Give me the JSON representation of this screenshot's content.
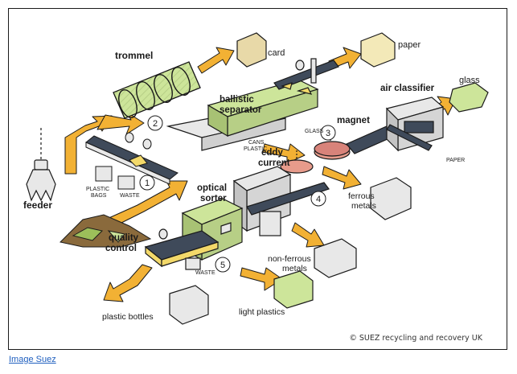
{
  "colors": {
    "arrow": "#f2b134",
    "machine_green": "#cde59a",
    "machine_grey": "#e8e8e8",
    "belt_dark": "#3f4a5a",
    "outline": "#1a1a1a",
    "caption_link": "#1f5fbf"
  },
  "labels": {
    "feeder": "feeder",
    "trommel": "trommel",
    "card": "card",
    "paper": "paper",
    "glass": "glass",
    "ballistic_line1": "ballistic",
    "ballistic_line2": "separator",
    "air_classifier": "air classifier",
    "magnet": "magnet",
    "glass_small": "GLASS",
    "cans_line1": "CANS,",
    "cans_line2": "PLASTIC",
    "plastic_bags_line1": "PLASTIC",
    "plastic_bags_line2": "BAGS",
    "waste": "WASTE",
    "waste_2": "WASTE",
    "paper_small": "PAPER",
    "eddy_line1": "eddy",
    "eddy_line2": "current",
    "optical_line1": "optical",
    "optical_line2": "sorter",
    "ferrous_line1": "ferrous",
    "ferrous_line2": "metals",
    "non_ferrous_line1": "non-ferrous",
    "non_ferrous_line2": "metals",
    "quality_line1": "quality",
    "quality_line2": "control",
    "light_plastics": "light plastics",
    "plastic_bottles": "plastic bottles",
    "step1": "1",
    "step2": "2",
    "step3": "3",
    "step4": "4",
    "step5": "5"
  },
  "credit": "© SUEZ recycling and recovery UK",
  "caption": "Image Suez"
}
